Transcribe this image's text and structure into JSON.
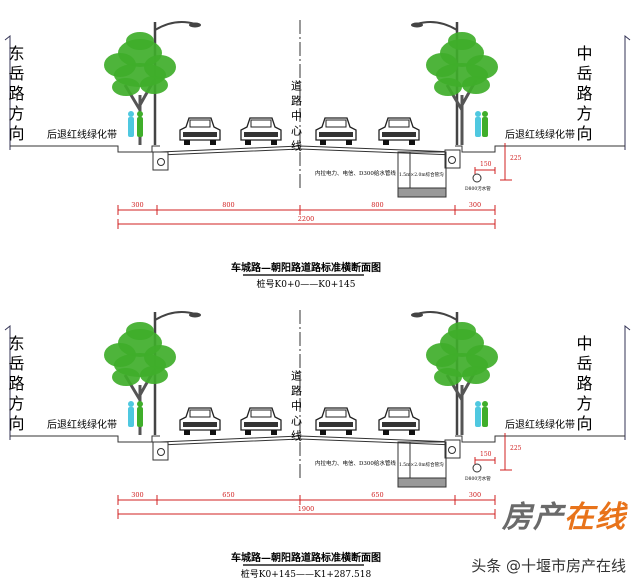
{
  "panels": [
    {
      "left_direction": "东岳路方向",
      "right_direction": "中岳路方向",
      "left_greenbelt": "后退红线绿化带",
      "right_greenbelt": "后退红线绿化带",
      "centerline": "道路中心线",
      "pipe_label": "内拉电力、电信、D300给水管线",
      "utility_label": "1.5m×2.0m综合管沟",
      "sewer_label": "D800污水管",
      "dim_small": "150",
      "dim_vertical": "225",
      "dims": [
        "300",
        "800",
        "800",
        "300"
      ],
      "dim_total": "2200",
      "title": "车城路—朝阳路道路标准横断面图",
      "subtitle": "桩号K0+0——K0+145"
    },
    {
      "left_direction": "东岳路方向",
      "right_direction": "中岳路方向",
      "left_greenbelt": "后退红线绿化带",
      "right_greenbelt": "后退红线绿化带",
      "centerline": "道路中心线",
      "pipe_label": "内拉电力、电信、D300给水管线",
      "utility_label": "1.5m×2.0m综合管沟",
      "sewer_label": "D800污水管",
      "dim_small": "150",
      "dim_vertical": "225",
      "dims": [
        "300",
        "650",
        "650",
        "300"
      ],
      "dim_total": "1900",
      "title": "车城路—朝阳路道路标准横断面图",
      "subtitle": "桩号K0+145——K1+287.518"
    }
  ],
  "watermark": {
    "brand_gray": "房产",
    "brand_orange": "在线",
    "source": "头条 @十堰市房产在线"
  },
  "colors": {
    "dimension": "#d02020",
    "tree": "#3fae2a",
    "person": "#4fc8e0"
  }
}
